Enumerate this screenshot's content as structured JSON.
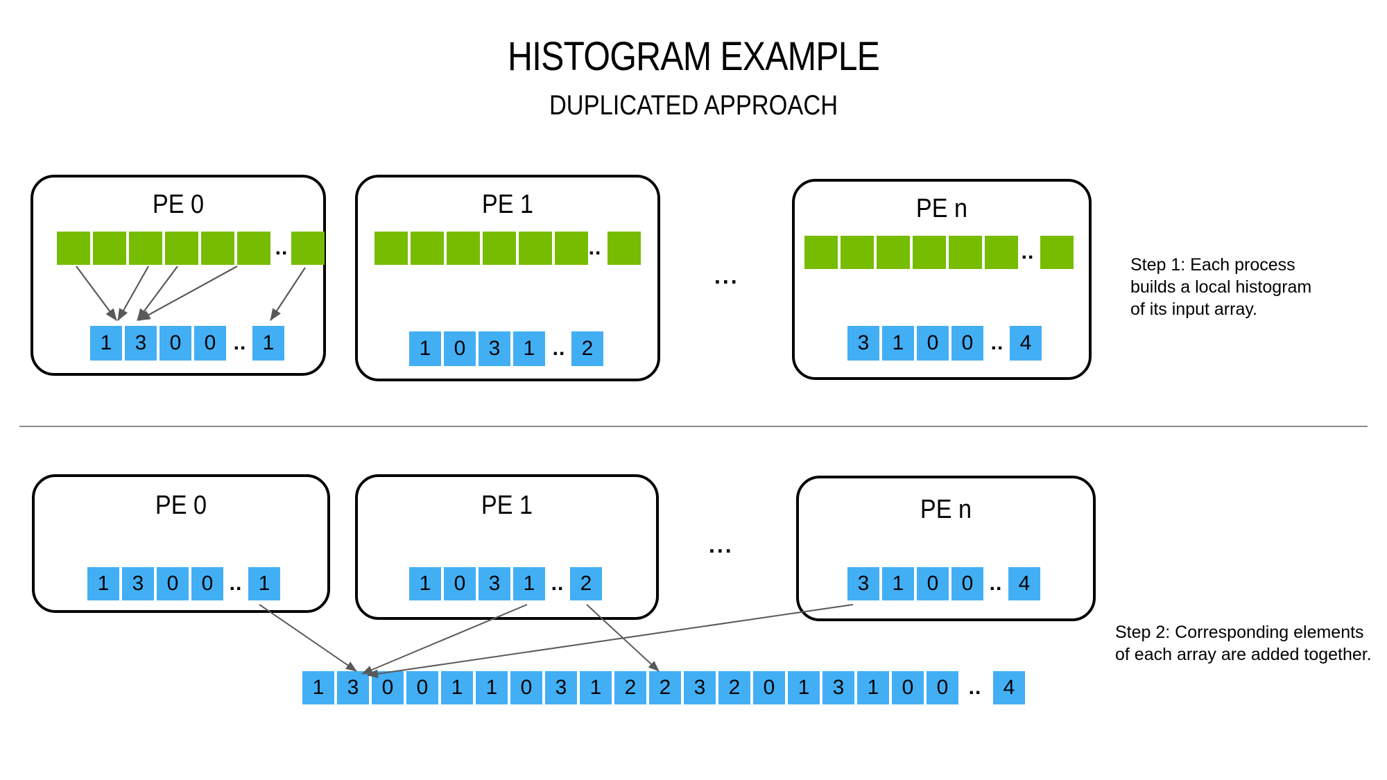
{
  "title": "HISTOGRAM EXAMPLE",
  "subtitle": "DUPLICATED APPROACH",
  "group_ellipsis": "...",
  "cell_ellipsis": "..",
  "colors": {
    "green": "#76bc00",
    "blue": "#42aff5",
    "outline": "#000000",
    "arrow": "#595959",
    "divider": "#8a8a8a"
  },
  "step1": {
    "pes": [
      {
        "label": "PE 0",
        "input_cells": 6,
        "input_ellipsis": "..",
        "input_tail_cells": 1,
        "histogram": [
          "1",
          "3",
          "0",
          "0"
        ],
        "histogram_ellipsis": "..",
        "histogram_tail": [
          "1"
        ]
      },
      {
        "label": "PE 1",
        "input_cells": 6,
        "input_ellipsis": "..",
        "input_tail_cells": 1,
        "histogram": [
          "1",
          "0",
          "3",
          "1"
        ],
        "histogram_ellipsis": "..",
        "histogram_tail": [
          "2"
        ]
      },
      {
        "label": "PE n",
        "input_cells": 6,
        "input_ellipsis": "..",
        "input_tail_cells": 1,
        "histogram": [
          "3",
          "1",
          "0",
          "0"
        ],
        "histogram_ellipsis": "..",
        "histogram_tail": [
          "4"
        ]
      }
    ],
    "note": "Step 1: Each process\nbuilds a local histogram\nof its input array."
  },
  "step2": {
    "pes": [
      {
        "label": "PE 0",
        "histogram": [
          "1",
          "3",
          "0",
          "0"
        ],
        "histogram_ellipsis": "..",
        "histogram_tail": [
          "1"
        ]
      },
      {
        "label": "PE 1",
        "histogram": [
          "1",
          "0",
          "3",
          "1"
        ],
        "histogram_ellipsis": "..",
        "histogram_tail": [
          "2"
        ]
      },
      {
        "label": "PE n",
        "histogram": [
          "3",
          "1",
          "0",
          "0"
        ],
        "histogram_ellipsis": "..",
        "histogram_tail": [
          "4"
        ]
      }
    ],
    "result": {
      "cells": [
        "1",
        "3",
        "0",
        "0",
        "1",
        "1",
        "0",
        "3",
        "1",
        "2",
        "2",
        "3",
        "2",
        "0",
        "1",
        "3",
        "1",
        "0",
        "0"
      ],
      "ellipsis": "..",
      "tail": [
        "4"
      ]
    },
    "note": "Step 2: Corresponding elements\nof each array are added together."
  }
}
